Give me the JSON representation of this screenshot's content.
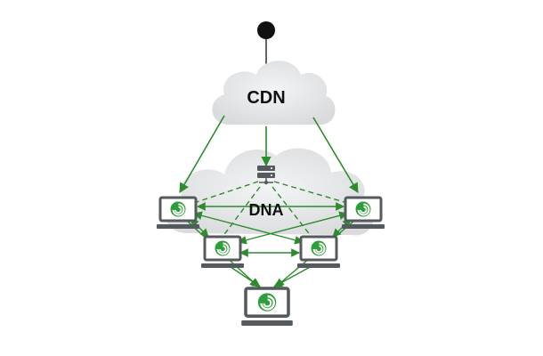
{
  "diagram": {
    "cdn_label": "CDN",
    "dna_label": "DNA",
    "nodes": [
      {
        "id": "laptop-left",
        "icon": "bittorrent-icon"
      },
      {
        "id": "laptop-right",
        "icon": "bittorrent-icon"
      },
      {
        "id": "laptop-mid-left",
        "icon": "bittorrent-icon"
      },
      {
        "id": "laptop-mid-right",
        "icon": "bittorrent-icon"
      },
      {
        "id": "laptop-bottom",
        "icon": "bittorrent-icon"
      }
    ],
    "source_icon": "source-dot-icon",
    "server_icon": "server-icon"
  },
  "colors": {
    "arrow": "#2e8b2e",
    "logo": "#2e9e3a",
    "cloud": "#e4e6e7",
    "laptop": "#555a5e",
    "label": "#111111"
  }
}
